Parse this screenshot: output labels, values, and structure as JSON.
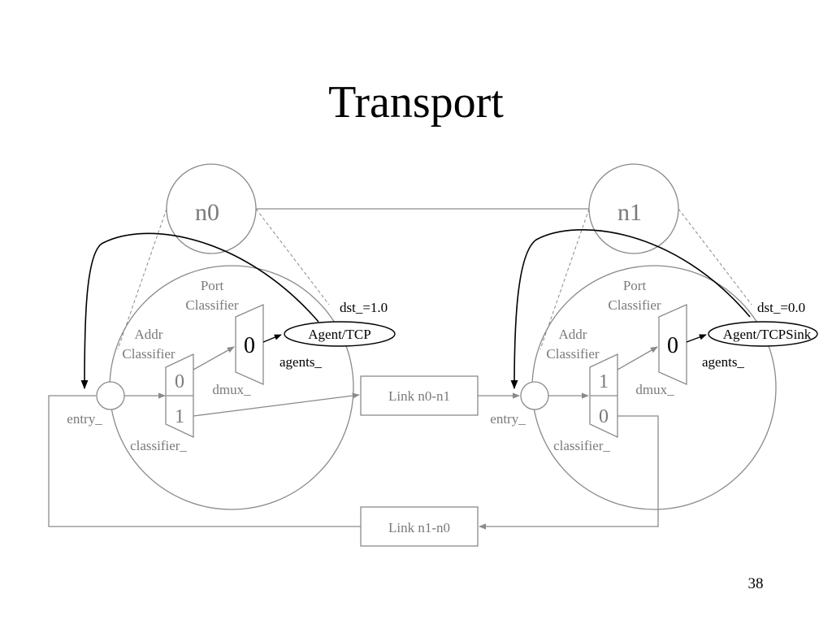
{
  "slide": {
    "title": "Transport",
    "page_number": "38"
  },
  "nodes": [
    {
      "name": "n0",
      "port_classifier_label": [
        "Port",
        "Classifier"
      ],
      "addr_classifier_label": [
        "Addr",
        "Classifier"
      ],
      "addr_slots": [
        "0",
        "1"
      ],
      "port_slot": "0",
      "dmux_label": "dmux_",
      "entry_label": "entry_",
      "classifier_label": "classifier_",
      "agent": "Agent/TCP",
      "agent_dst": "dst_=1.0",
      "agents_label": "agents_"
    },
    {
      "name": "n1",
      "port_classifier_label": [
        "Port",
        "Classifier"
      ],
      "addr_classifier_label": [
        "Addr",
        "Classifier"
      ],
      "addr_slots": [
        "1",
        "0"
      ],
      "port_slot": "0",
      "dmux_label": "dmux_",
      "entry_label": "entry_",
      "classifier_label": "classifier_",
      "agent": "Agent/TCPSink",
      "agent_dst": "dst_=0.0",
      "agents_label": "agents_"
    }
  ],
  "links": [
    {
      "label": "Link n0-n1"
    },
    {
      "label": "Link n1-n0"
    }
  ],
  "colors": {
    "structure": "#8a8a8a",
    "agent": "#000000"
  }
}
